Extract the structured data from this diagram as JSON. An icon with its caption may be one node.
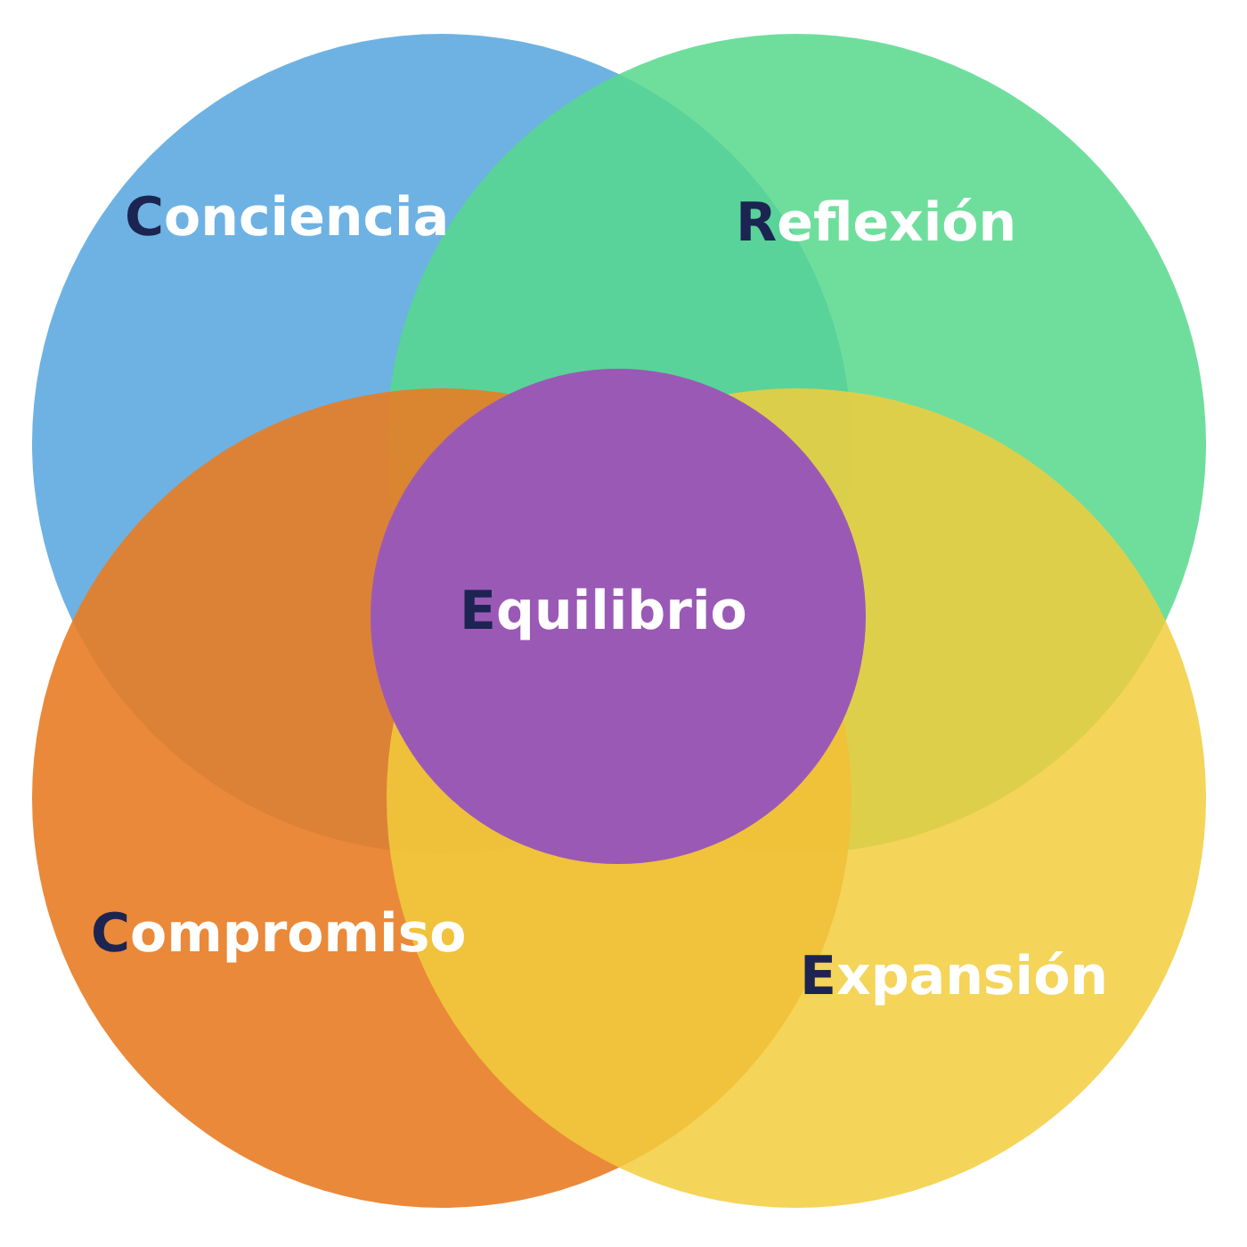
{
  "diagram": {
    "nodes": [
      {
        "text": [
          "Conciencia"
        ]
      },
      {
        "text": [
          "Reflexión"
        ]
      },
      {
        "text": [
          "Compromiso"
        ]
      },
      {
        "text": [
          "Expansión"
        ]
      },
      {
        "text": [
          "Equilibrio"
        ]
      }
    ]
  }
}
